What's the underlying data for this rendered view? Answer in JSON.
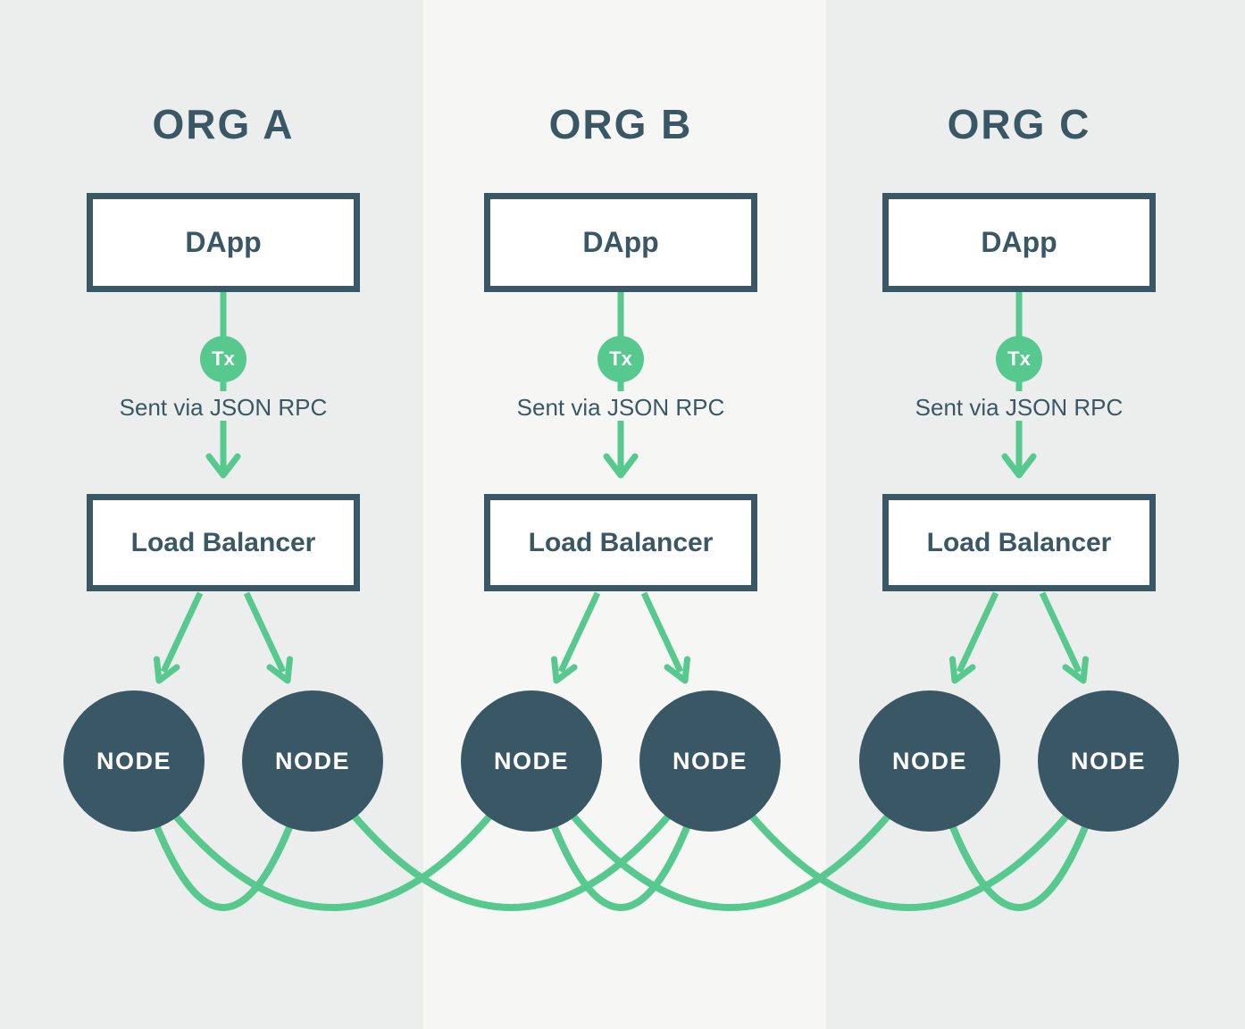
{
  "colors": {
    "dark": "#3a5765",
    "green": "#57c98e",
    "band": "#eceeed",
    "band_light": "#f6f7f5",
    "box_fill": "#ffffff",
    "node_text": "#ffffff"
  },
  "columns": [
    {
      "title": "ORG A",
      "dapp_label": "DApp",
      "tx_badge": "Tx",
      "tx_caption": "Sent via JSON RPC",
      "load_balancer_label": "Load Balancer",
      "nodes": [
        {
          "label": "NODE"
        },
        {
          "label": "NODE"
        }
      ]
    },
    {
      "title": "ORG B",
      "dapp_label": "DApp",
      "tx_badge": "Tx",
      "tx_caption": "Sent via JSON RPC",
      "load_balancer_label": "Load Balancer",
      "nodes": [
        {
          "label": "NODE"
        },
        {
          "label": "NODE"
        }
      ]
    },
    {
      "title": "ORG C",
      "dapp_label": "DApp",
      "tx_badge": "Tx",
      "tx_caption": "Sent via JSON RPC",
      "load_balancer_label": "Load Balancer",
      "nodes": [
        {
          "label": "NODE"
        },
        {
          "label": "NODE"
        }
      ]
    }
  ],
  "mesh_connections": [
    [
      "org-a-node-1",
      "org-a-node-2"
    ],
    [
      "org-a-node-1",
      "org-b-node-1"
    ],
    [
      "org-a-node-2",
      "org-b-node-2"
    ],
    [
      "org-b-node-1",
      "org-b-node-2"
    ],
    [
      "org-b-node-1",
      "org-c-node-1"
    ],
    [
      "org-b-node-2",
      "org-c-node-2"
    ],
    [
      "org-c-node-1",
      "org-c-node-2"
    ]
  ]
}
